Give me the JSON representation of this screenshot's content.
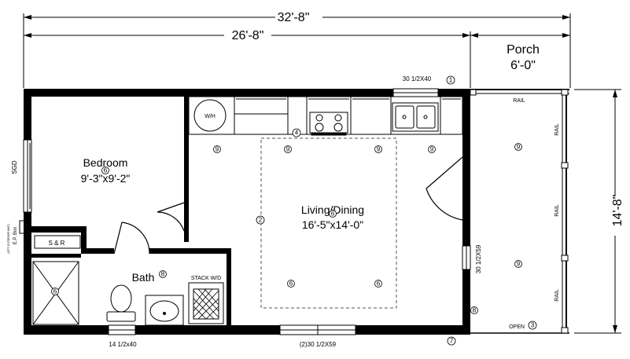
{
  "dimensions": {
    "overall": "32'-8\"",
    "house_length": "26'-8\"",
    "porch_label": "Porch",
    "porch_length": "6'-0\"",
    "depth": "14'-8\""
  },
  "rooms": {
    "bedroom_name": "Bedroom",
    "bedroom_size": "9'-3\"x9'-2\"",
    "living_name": "Living/Dining",
    "living_size": "16'-5\"x14'-0\"",
    "bath_name": "Bath"
  },
  "labels": {
    "sgd": "SGD",
    "sr": "S & R",
    "wh": "W/H",
    "stack_wd": "STACK W/D",
    "ep_box": "E.P. Box",
    "ep_box_sub": "(OPT. EXTERIOR MNT)",
    "porch_open": "OPEN",
    "rail_top": "RAIL",
    "rail_1": "RAIL",
    "rail_2": "RAIL",
    "rail_3": "RAIL"
  },
  "windows": {
    "top": "30 1/2X40",
    "bath": "14 1/2x40",
    "front": "(2)30 1/2X59",
    "side": "30 1/2X59"
  },
  "callouts": {
    "c1": "1",
    "c2": "2",
    "c3": "3",
    "c4": "4",
    "c6_bed": "6",
    "c6_living": "6",
    "c6_shower": "6",
    "c6_ll": "6",
    "c6_lr": "6",
    "c7": "7",
    "c8_bath": "8",
    "c8_door": "8",
    "c9_a": "9",
    "c9_b": "9",
    "c9_c": "9",
    "c9_d": "9",
    "c9_porch_a": "9",
    "c9_porch_b": "9"
  }
}
